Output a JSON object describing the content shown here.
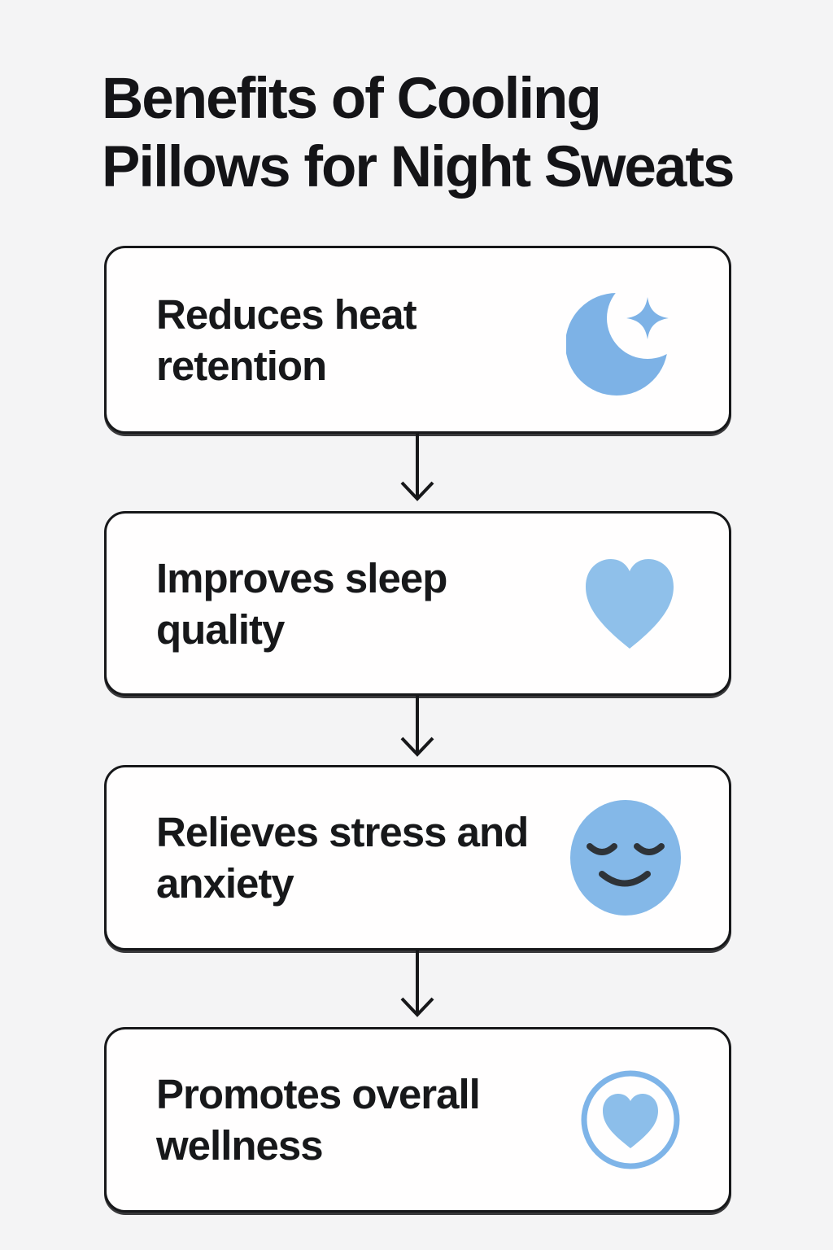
{
  "title": {
    "lines": [
      "Benefits of Cooling",
      "Pillows for Night Sweats"
    ],
    "full": "Benefits of Cooling Pillows for Night Sweats"
  },
  "steps": [
    {
      "label": "Reduces heat retention",
      "icon": "moon-sparkle-icon"
    },
    {
      "label": "Improves sleep quality",
      "icon": "heart-icon"
    },
    {
      "label": "Relieves stress and anxiety",
      "icon": "relieved-face-icon"
    },
    {
      "label": "Promotes overall wellness",
      "icon": "heart-circle-icon"
    }
  ],
  "colors": {
    "background": "#f4f4f5",
    "card_fill": "#fffefe",
    "card_border": "#17181a",
    "title_text": "#141417",
    "label_text": "#17181a",
    "arrow": "#17181a",
    "moon_blue": "#7db2e6",
    "heart_blue": "#8fc0ea",
    "face_blue": "#84b8e8",
    "face_features": "#2e3338",
    "ring_blue": "#7eb4e8"
  }
}
